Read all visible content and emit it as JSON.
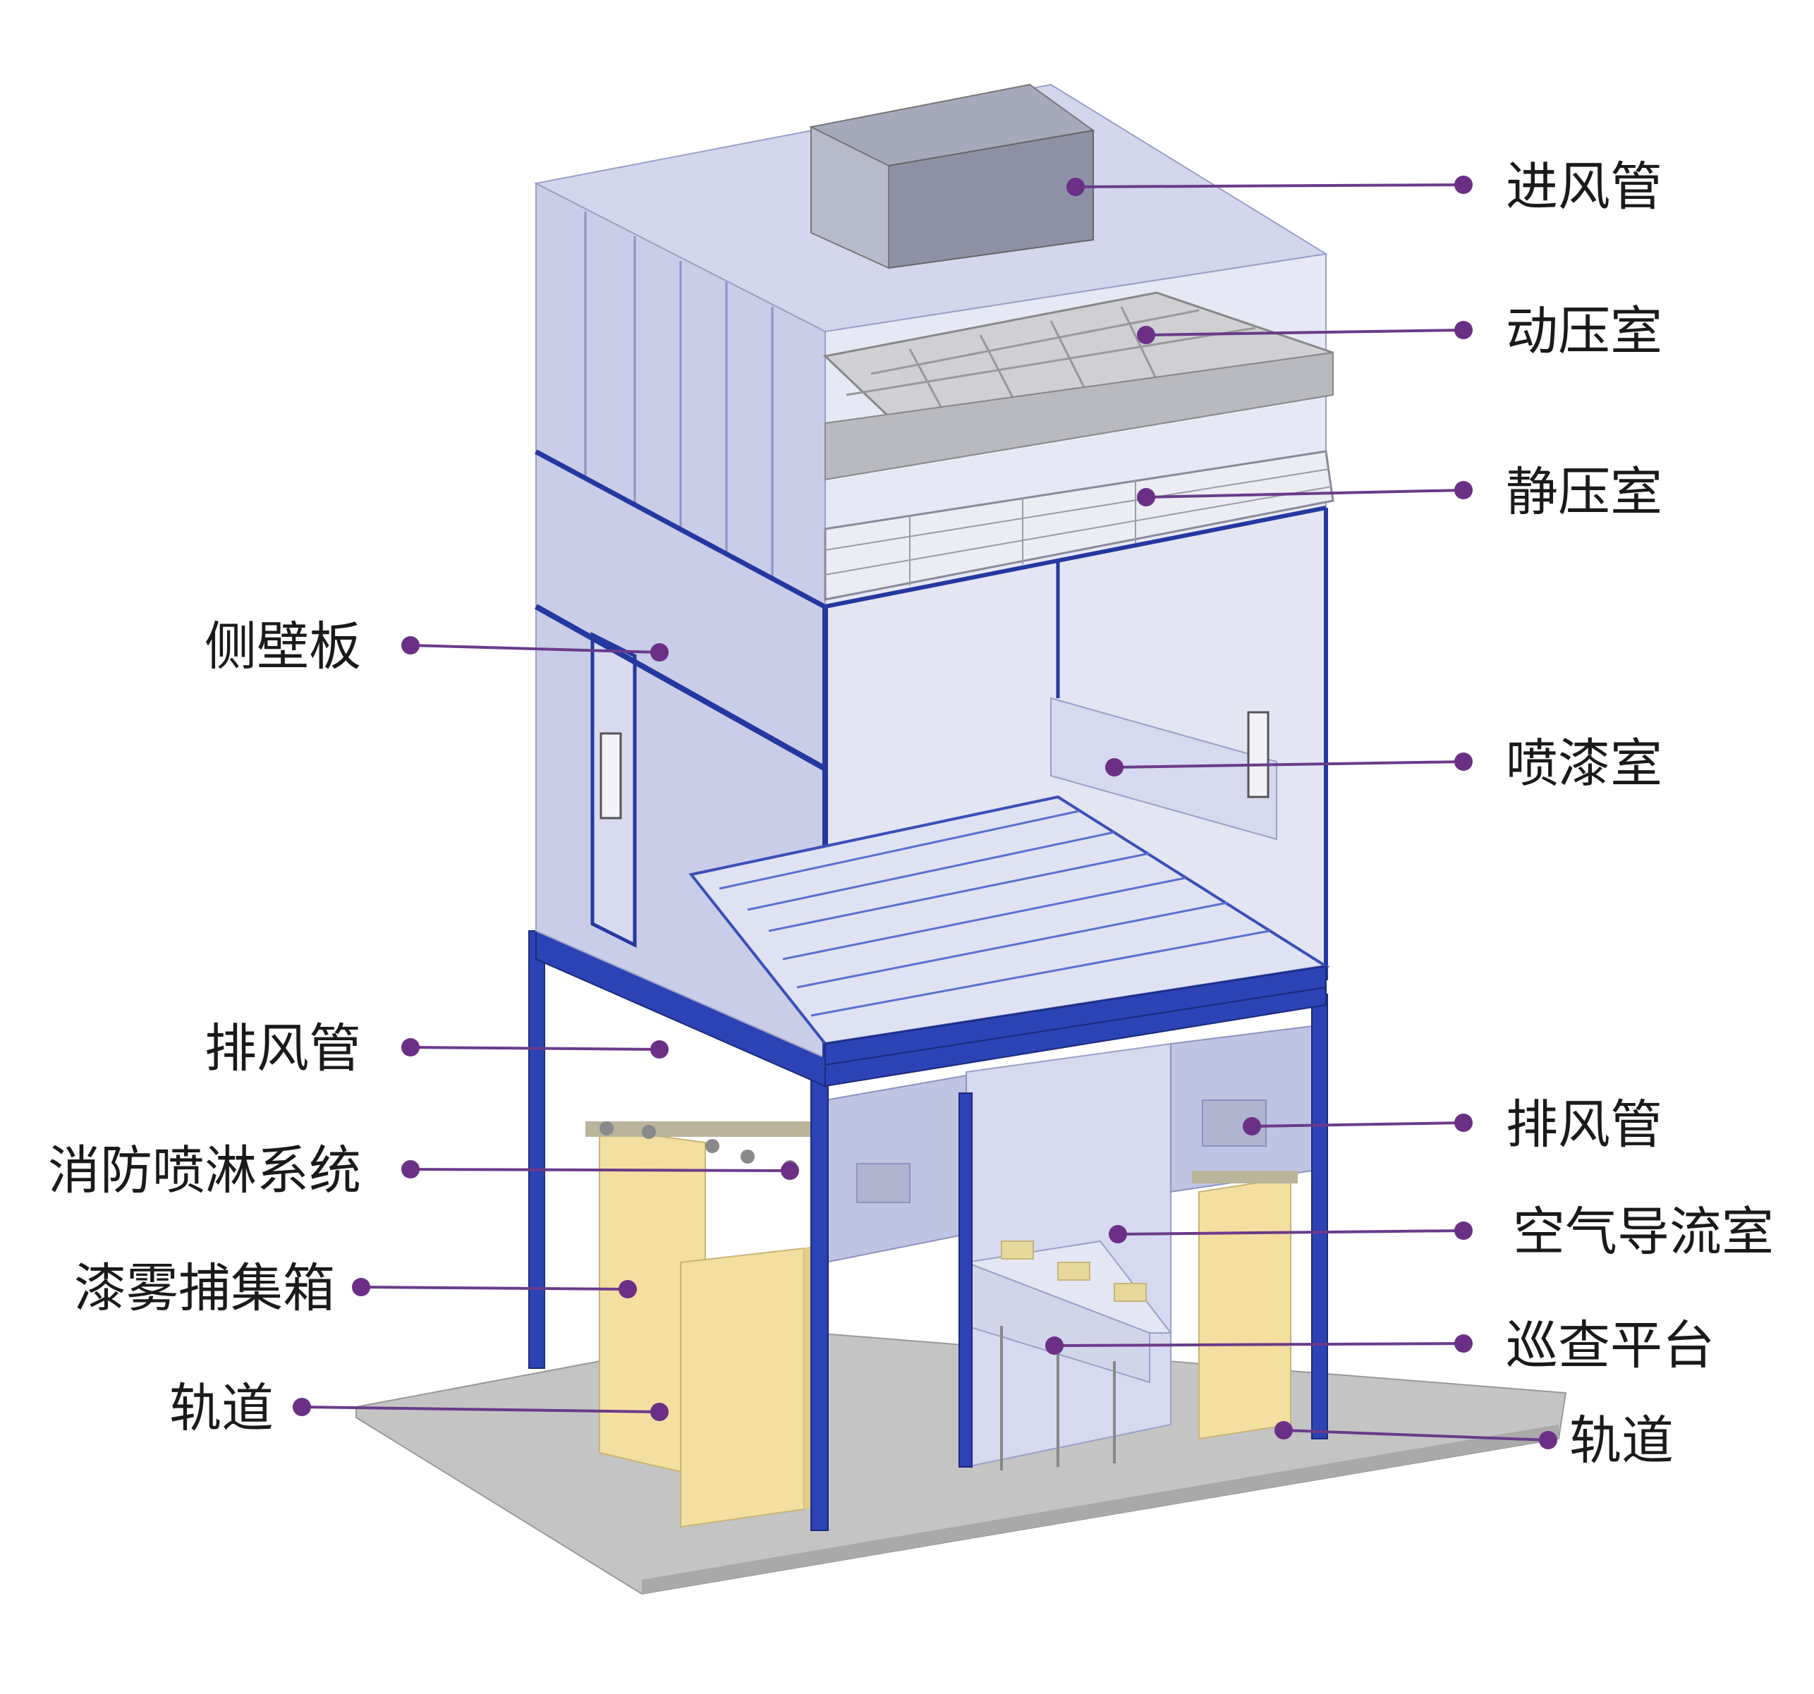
{
  "labels": {
    "inlet_duct": "进风管",
    "dynamic_pressure_chamber": "动压室",
    "static_pressure_chamber": "静压室",
    "side_wall_panel": "侧壁板",
    "spray_booth": "喷漆室",
    "exhaust_duct_left": "排风管",
    "exhaust_duct_right": "排风管",
    "fire_sprinkler_system": "消防喷淋系统",
    "air_guide_chamber": "空气导流室",
    "paint_mist_collection_box": "漆雾捕集箱",
    "inspection_platform": "巡查平台",
    "track_left": "轨道",
    "track_right": "轨道"
  },
  "colors": {
    "leader": "#6b3a8a",
    "dot": "#6b2f86",
    "steel_frame": "#2b43b4",
    "panel": "#c9cde8",
    "collector_box": "#f3dfa0",
    "floor": "#c4c4c4"
  }
}
